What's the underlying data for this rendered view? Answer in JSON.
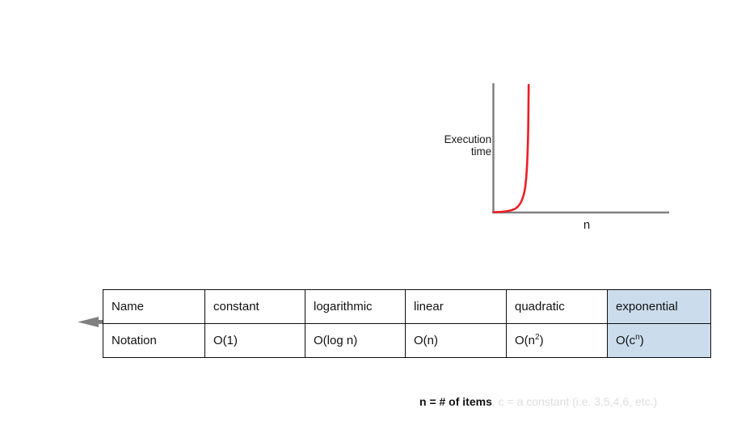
{
  "chart_data": {
    "type": "line",
    "title": "",
    "xlabel": "n",
    "ylabel": "Execution\ntime",
    "ylabel_line1": "Execution",
    "ylabel_line2": "time",
    "series": [
      {
        "name": "exponential growth",
        "color": "#ee1c24",
        "x": [
          0.0,
          0.05,
          0.1,
          0.15,
          0.2,
          0.25,
          0.3,
          0.33,
          0.36,
          0.38,
          0.4,
          0.42,
          0.44,
          0.46,
          0.47,
          0.48
        ],
        "y": [
          0.0,
          0.0,
          0.01,
          0.01,
          0.02,
          0.04,
          0.07,
          0.1,
          0.16,
          0.23,
          0.33,
          0.48,
          0.65,
          0.82,
          0.93,
          1.0
        ]
      }
    ],
    "xlim": [
      0,
      1
    ],
    "ylim": [
      0,
      1
    ],
    "grid": false,
    "legend": false,
    "axis_color": "#808080",
    "ticks": []
  },
  "chart": {
    "ylabel_line1": "Execution",
    "ylabel_line2": "time",
    "xlabel": "n"
  },
  "table": {
    "rows": [
      {
        "header": "Name",
        "cells": [
          "constant",
          "logarithmic",
          "linear",
          "quadratic",
          "exponential"
        ]
      },
      {
        "header": "Notation",
        "cells": [
          "O(1)",
          "O(log n)",
          "O(n)",
          "O(n2)",
          "O(cn)"
        ],
        "cells_rendered": [
          "O(1)",
          "O(log n)",
          "O(n)",
          "O(n²)",
          "O(cⁿ)"
        ]
      }
    ],
    "highlight_column_index": 4,
    "highlight_color": "#cbdcec",
    "notation_quadratic_base": "O(n",
    "notation_quadratic_sup": "2",
    "notation_quadratic_close": ")",
    "notation_exponential_base": "O(c",
    "notation_exponential_sup": "n",
    "notation_exponential_close": ")"
  },
  "caption": {
    "strong_text": "n = # of items",
    "faded_text": ", c = a constant (i.e. 3,5,4,6, etc.)"
  },
  "arrows": {
    "color": "#808080",
    "axis_line_color": "#2b2b2b",
    "left_direction": "left",
    "right_direction": "right"
  }
}
